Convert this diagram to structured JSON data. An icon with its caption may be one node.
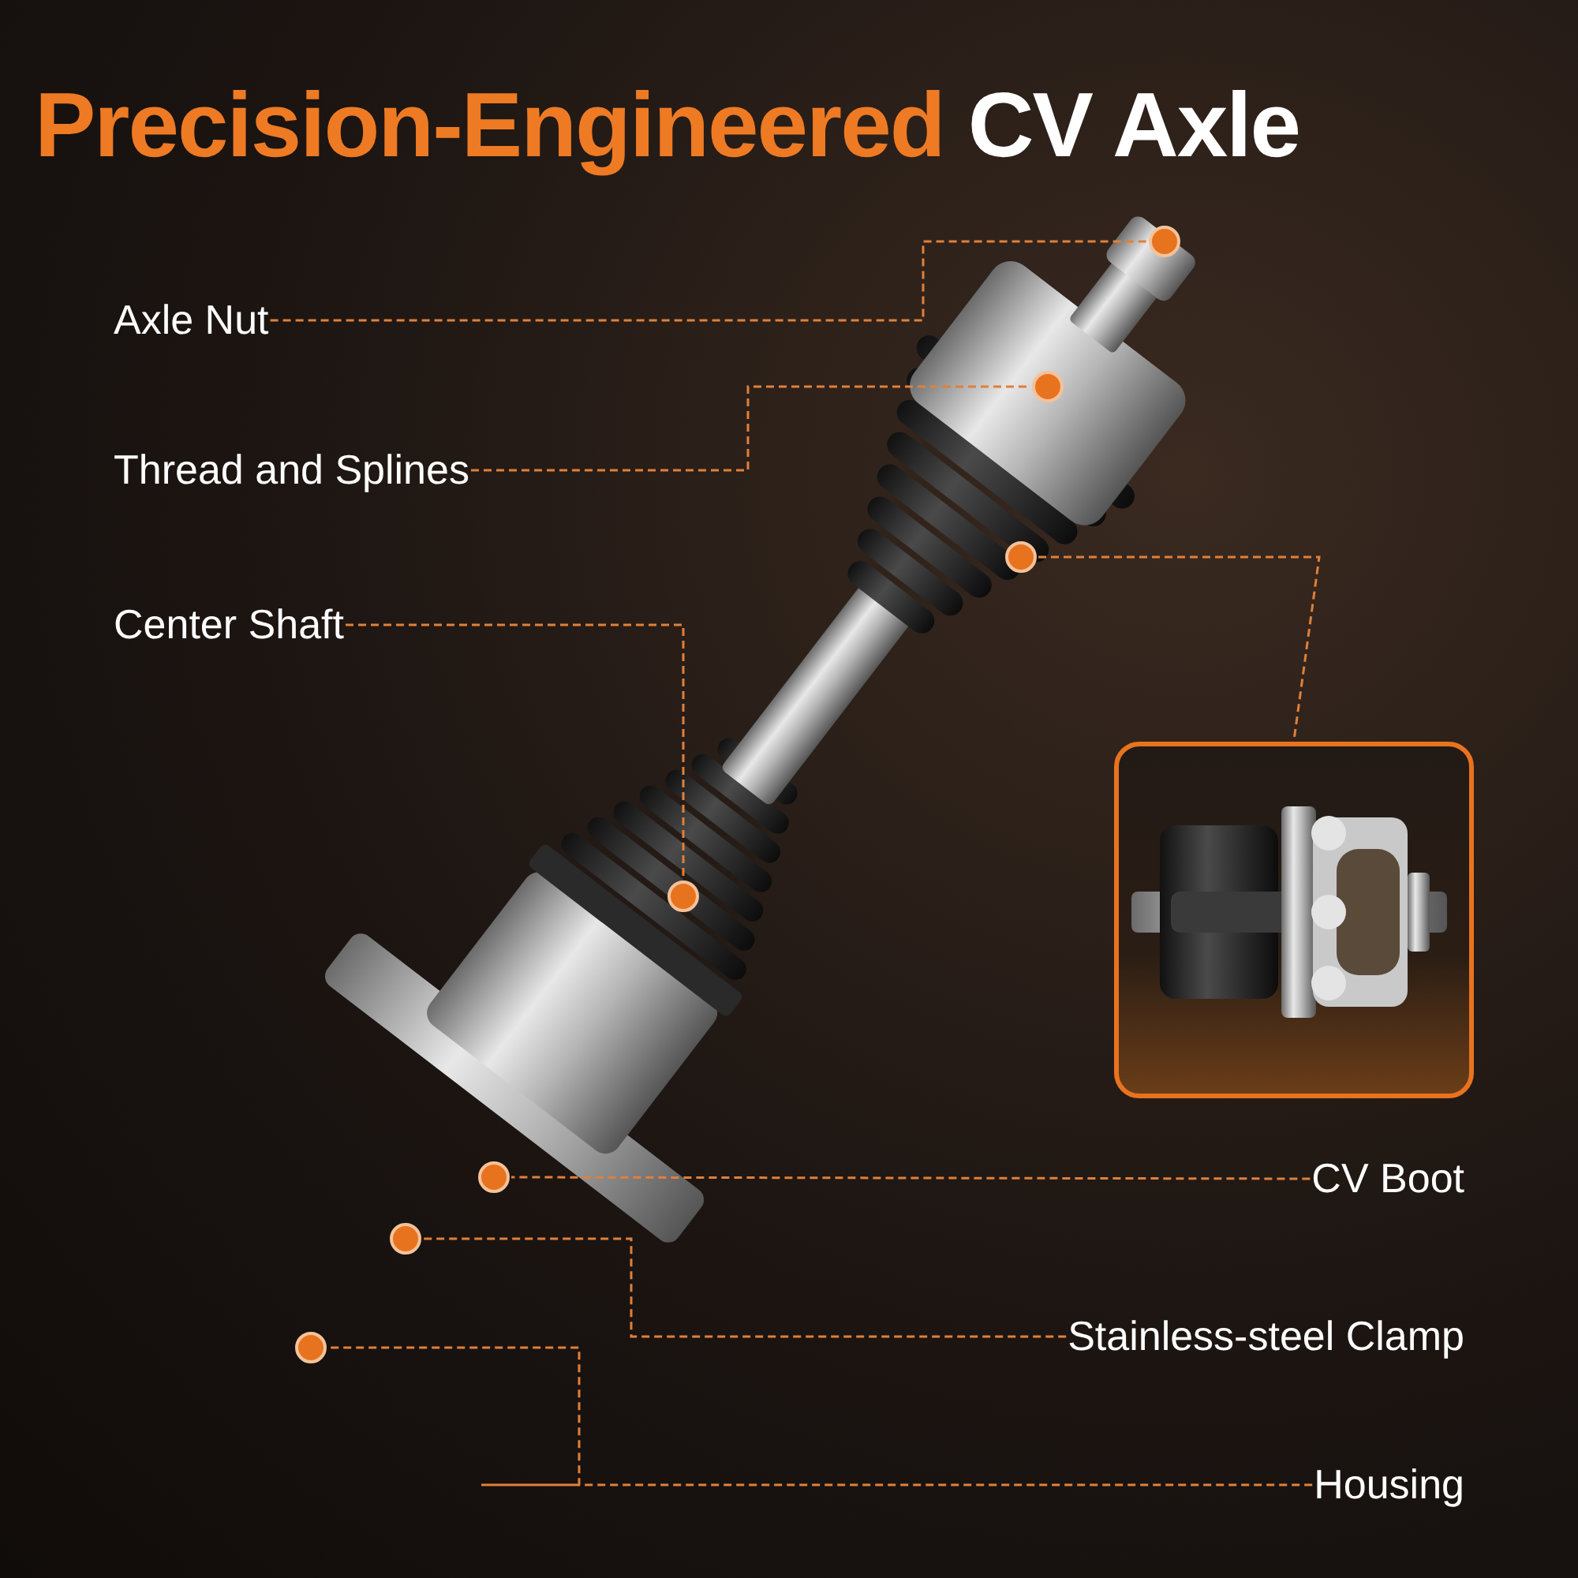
{
  "diagram": {
    "title": "Precision-Engineered CV Axle",
    "nodes": [
      {
        "text": [
          "Axle Nut"
        ]
      },
      {
        "text": [
          "Thread and Splines"
        ]
      },
      {
        "text": [
          "Center Shaft"
        ]
      },
      {
        "text": [
          "CV Boot"
        ]
      },
      {
        "text": [
          "Stainless-steel Clamp"
        ]
      },
      {
        "text": [
          "Housing"
        ]
      },
      {
        "text": [],
        "shape": "circle"
      },
      {
        "text": [],
        "shape": "circle"
      },
      {
        "text": [],
        "shape": "circle"
      },
      {
        "text": [],
        "shape": "circle"
      },
      {
        "text": [],
        "shape": "circle"
      },
      {
        "text": [],
        "shape": "circle"
      },
      {
        "text": [],
        "shape": "circle"
      },
      {
        "text": [],
        "shape": "picture"
      }
    ],
    "edges": [
      {
        "from": 0,
        "to": 6,
        "arrow": "none",
        "style": "dashed"
      },
      {
        "from": 1,
        "to": 7,
        "arrow": "none",
        "style": "dashed"
      },
      {
        "from": 2,
        "to": 9,
        "arrow": "none",
        "style": "dashed"
      },
      {
        "from": 8,
        "to": 13,
        "arrow": "none",
        "style": "dashed"
      },
      {
        "from": 3,
        "to": 10,
        "arrow": "none",
        "style": "dashed"
      },
      {
        "from": 4,
        "to": 11,
        "arrow": "none",
        "style": "dashed"
      },
      {
        "from": 5,
        "to": 12,
        "arrow": "none",
        "style": "dashed"
      }
    ]
  }
}
